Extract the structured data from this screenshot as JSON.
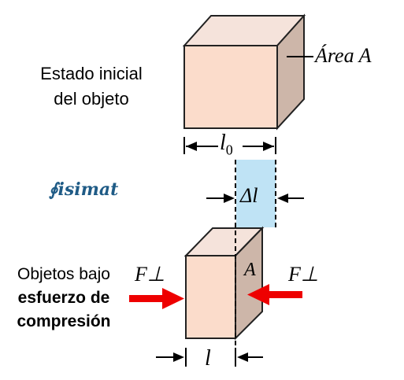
{
  "labels": {
    "initial_state_line1": "Estado inicial",
    "initial_state_line2": "del objeto",
    "area": "Área A",
    "l0_main": "l",
    "l0_sub": "0",
    "delta_l": "Δl",
    "compression_line1": "Objetos bajo",
    "compression_line2": "esfuerzo de",
    "compression_line3": "compresión",
    "force_left": "F⊥",
    "force_right": "F⊥",
    "area_short": "A",
    "l_final": "l",
    "brand": "∮isimat"
  },
  "colors": {
    "cube_front": "#fbdccb",
    "cube_top": "#f5e3db",
    "cube_side": "#cdb6a9",
    "delta_band": "#bfe3f5",
    "force_arrow": "#ee0000",
    "brand": "#1f5b86"
  }
}
